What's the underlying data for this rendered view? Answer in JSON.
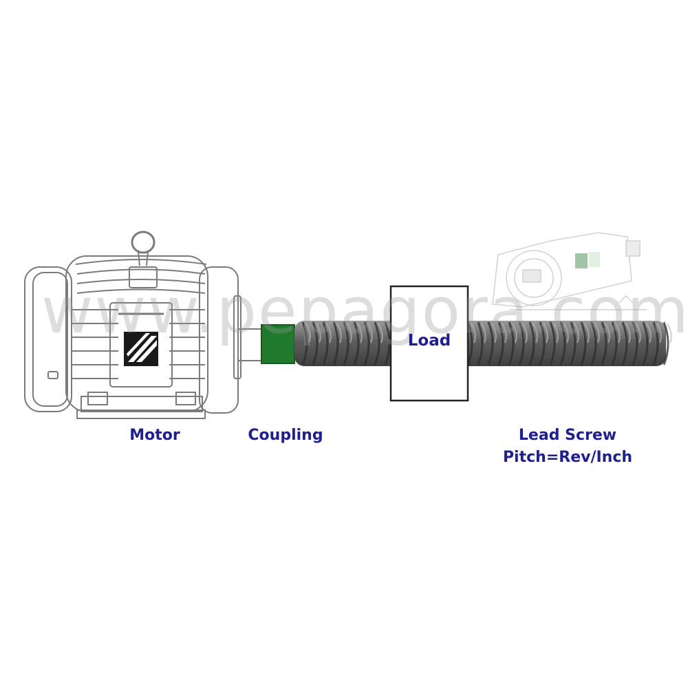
{
  "diagram": {
    "labels": {
      "motor": "Motor",
      "coupling": "Coupling",
      "load": "Load",
      "lead_screw": "Lead Screw",
      "pitch": "Pitch=Rev/Inch"
    },
    "watermark": "www.pepagora.com"
  },
  "colors": {
    "label_text": "#1f1f8f",
    "coupling": "#1f7a2e",
    "screw": "#6e6e6e",
    "outline": "#7a7a7a",
    "load_box": "#222222",
    "watermark": "#9a9a9a"
  },
  "icons": {
    "motor": "electric-motor-icon",
    "logo": "pepagora-logo-icon"
  }
}
